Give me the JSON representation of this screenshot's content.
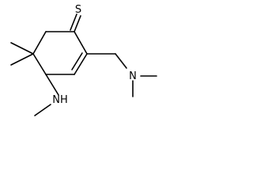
{
  "structure": {
    "atoms": {
      "sulfur": "S",
      "amine_n_dimethyl": "N",
      "amine_nh_methyl": "NH"
    },
    "colors": {
      "bond": "#000000",
      "label": "#000000",
      "background": "#ffffff"
    }
  }
}
